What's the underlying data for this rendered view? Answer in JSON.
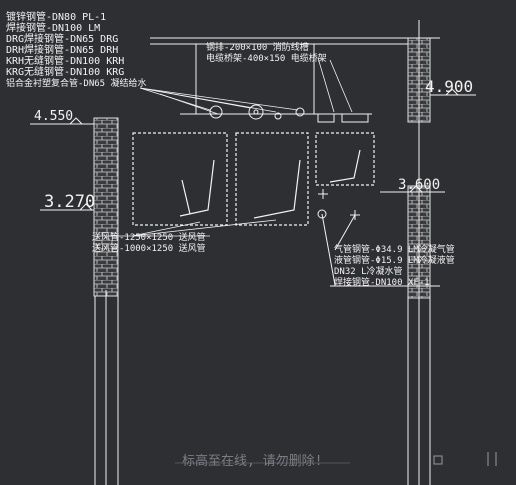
{
  "colors": {
    "background": "#2e2f33",
    "line": "#f2f2f2",
    "wall": "#d8d8d8",
    "hatch": "#8a8a8a",
    "watermark": "#7c7d82"
  },
  "legend_top_left": [
    "镀锌钢管-DN80 PL-1",
    "焊接钢管-DN100 LM",
    "DRG焊接钢管-DN65 DRG",
    "DRH焊接钢管-DN65 DRH",
    "KRH无缝钢管-DN100 KRH",
    "KRG无缝钢管-DN100 KRG",
    "铝合金衬塑复合管-DN65 凝结给水"
  ],
  "duct_labels_top": [
    "钢排-200×100 消防线槽",
    "电缆桥架-400×150 电缆桥架"
  ],
  "duct_labels_bottom": [
    "送风管-1250×1250 送风管",
    "送风管-1000×1250 送风管"
  ],
  "pipe_labels_right": [
    "气管钢管-Φ34.9 LM冷凝气管",
    "液管钢管-Φ15.9 LM冷凝液管",
    "DN32 L冷凝水管",
    "焊接钢管-DN100 XF-1"
  ],
  "elevations": {
    "left_upper": "4.550",
    "left_lower": "3.270",
    "right_upper": "4.900",
    "right_lower": "3.600"
  },
  "watermark": "标高至在线, 请勿删除!"
}
